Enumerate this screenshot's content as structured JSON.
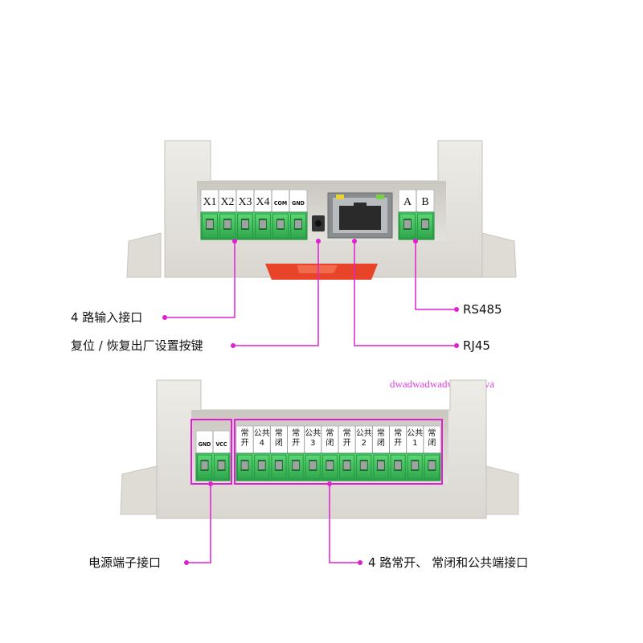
{
  "top_device": {
    "input_labels": [
      "X1",
      "X2",
      "X3",
      "X4",
      "COM",
      "GND"
    ],
    "rs485_labels": [
      "A",
      "B"
    ]
  },
  "bottom_device": {
    "power_labels": [
      "GND",
      "VCC"
    ],
    "relay_labels": [
      "常开",
      "公共4",
      "常闭",
      "常开",
      "公共3",
      "常闭",
      "常开",
      "公共2",
      "常闭",
      "常开",
      "公共1",
      "常闭"
    ]
  },
  "watermark": "dwadwadwadwadwadwa",
  "callouts": {
    "inputs": "4 路输入接口",
    "reset": "复位 / 恢复出厂设置按键",
    "rs485": "RS485",
    "rj45": "RJ45",
    "power": "电源端子接口",
    "relays": "4 路常开、 常闭和公共端接口"
  },
  "colors": {
    "accent": "#e020d0",
    "terminal_green": "#3fbf5a",
    "case": "#e6e4de"
  }
}
